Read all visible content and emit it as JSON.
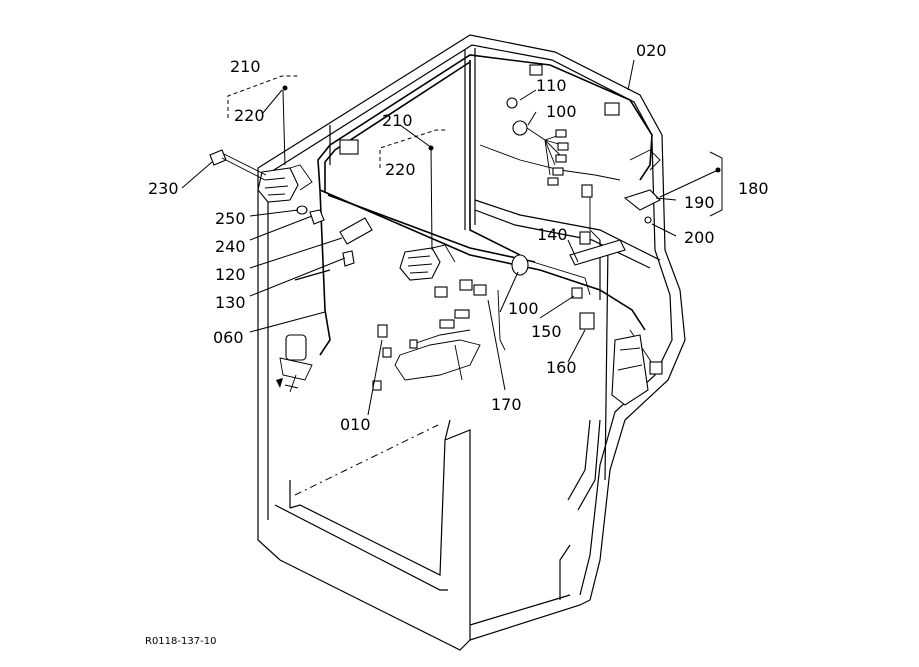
{
  "labels": {
    "p010": "010",
    "p020": "020",
    "p060": "060",
    "p100a": "100",
    "p100b": "100",
    "p110": "110",
    "p120": "120",
    "p130": "130",
    "p140": "140",
    "p150": "150",
    "p160": "160",
    "p170": "170",
    "p180": "180",
    "p190": "190",
    "p200": "200",
    "p210a": "210",
    "p210b": "210",
    "p220a": "220",
    "p220b": "220",
    "p230": "230",
    "p240": "240",
    "p250": "250"
  },
  "reference": "R0118-137-10"
}
